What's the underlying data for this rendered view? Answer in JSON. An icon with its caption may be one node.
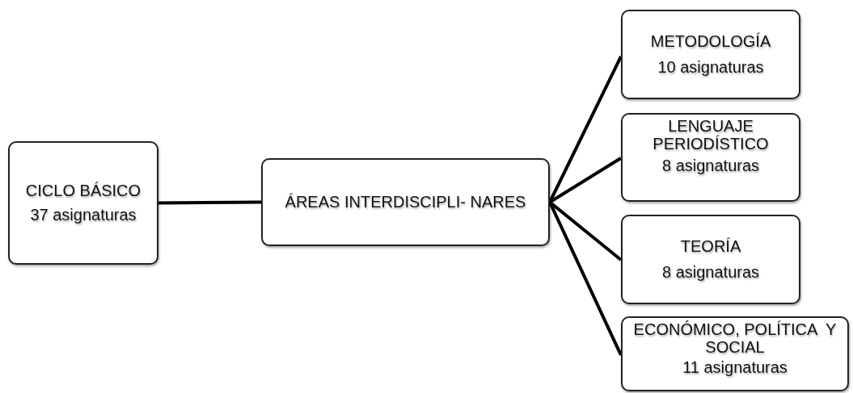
{
  "diagram": {
    "nodes": [
      {
        "text": [
          "CICLO BÁSICO",
          "37 asignaturas"
        ]
      },
      {
        "text": [
          "ÁREAS INTERDISCIPLI- NARES"
        ]
      },
      {
        "text": [
          "METODOLOGÍA",
          "10 asignaturas"
        ]
      },
      {
        "text": [
          "LENGUAJE PERIODÍSTICO",
          "8 asignaturas"
        ]
      },
      {
        "text": [
          "TEORÍA",
          "8 asignaturas"
        ]
      },
      {
        "text": [
          "ECONÓMICO, POLÍTICA  Y SOCIAL",
          "11 asignaturas"
        ]
      }
    ],
    "edges": [
      {
        "from": 0,
        "to": 1,
        "arrow": "none"
      },
      {
        "from": 1,
        "to": 2,
        "arrow": "none"
      },
      {
        "from": 1,
        "to": 3,
        "arrow": "none"
      },
      {
        "from": 1,
        "to": 4,
        "arrow": "none"
      },
      {
        "from": 1,
        "to": 5,
        "arrow": "none"
      }
    ]
  }
}
